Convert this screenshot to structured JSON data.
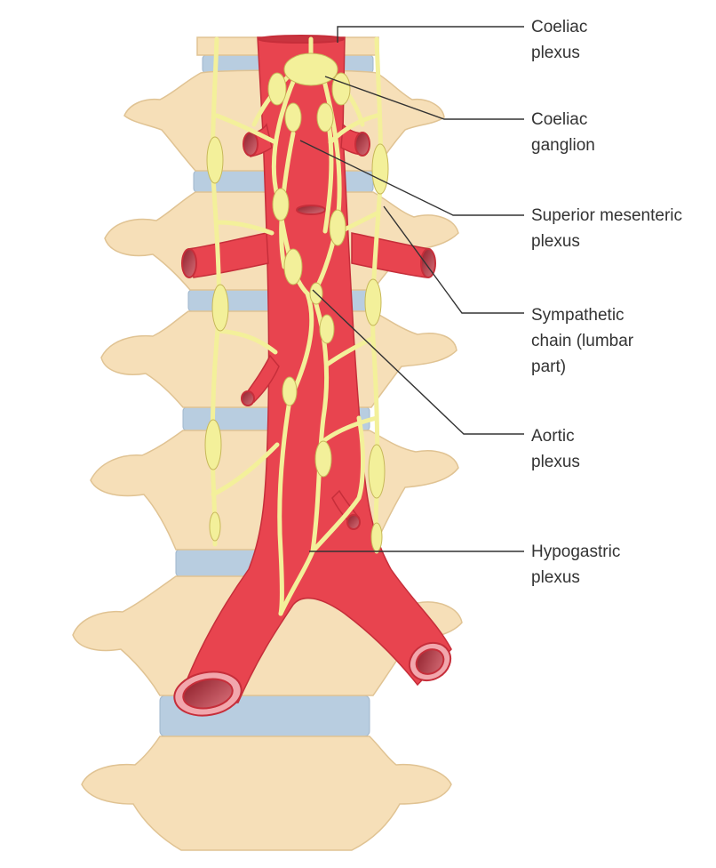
{
  "colors": {
    "bone": "#f6dfb8",
    "bone_outline": "#e2c89a",
    "disc": "#b8cde0",
    "artery": "#e8444f",
    "artery_lumen": "#b22d3a",
    "nerve": "#f3f09a",
    "nerve_outline": "#c7b85a",
    "leader": "#333333",
    "text": "#333333"
  },
  "labels": [
    {
      "id": "coeliac-plexus",
      "lines": [
        "Coeliac",
        "plexus"
      ]
    },
    {
      "id": "coeliac-ganglion",
      "lines": [
        "Coeliac",
        "ganglion"
      ]
    },
    {
      "id": "superior-mesenteric-plexus",
      "lines": [
        "Superior mesenteric",
        "plexus"
      ]
    },
    {
      "id": "sympathetic-chain",
      "lines": [
        "Sympathetic",
        "chain (lumbar",
        "part)"
      ]
    },
    {
      "id": "aortic-plexus",
      "lines": [
        "Aortic",
        "plexus"
      ]
    },
    {
      "id": "hypogastric-plexus",
      "lines": [
        "Hypogastric",
        "plexus"
      ]
    }
  ]
}
